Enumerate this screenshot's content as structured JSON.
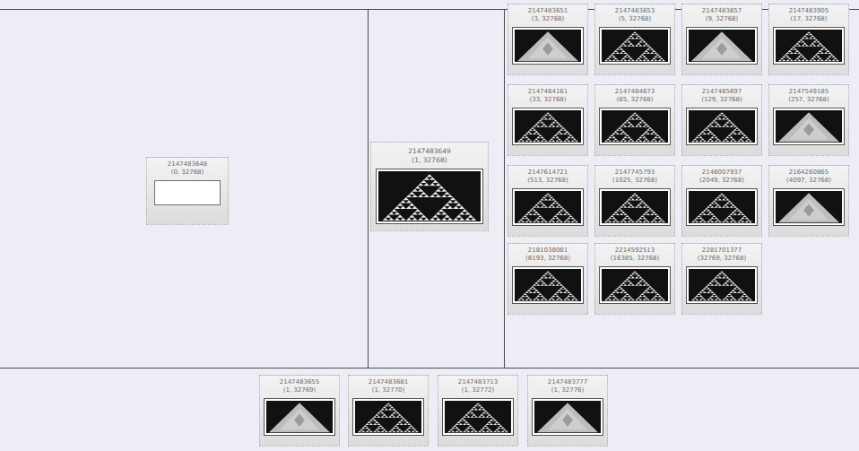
{
  "diagram": {
    "nodes": [
      {
        "text": [
          "2147483648",
          "(0, 32768)"
        ]
      },
      {
        "text": [
          "2147483649",
          "(1, 32768)"
        ]
      },
      {
        "text": [
          "2147483651",
          "(3, 32768)"
        ]
      },
      {
        "text": [
          "2147483653",
          "(5, 32768)"
        ]
      },
      {
        "text": [
          "2147483657",
          "(9, 32768)"
        ]
      },
      {
        "text": [
          "2147483905",
          "(17, 32768)"
        ]
      },
      {
        "text": [
          "2147484161",
          "(33, 32768)"
        ]
      },
      {
        "text": [
          "2147484673",
          "(65, 32768)"
        ]
      },
      {
        "text": [
          "2147485697",
          "(129, 32768)"
        ]
      },
      {
        "text": [
          "2147549185",
          "(257, 32768)"
        ]
      },
      {
        "text": [
          "2147614721",
          "(513, 32768)"
        ]
      },
      {
        "text": [
          "2147745793",
          "(1025, 32768)"
        ]
      },
      {
        "text": [
          "2148007937",
          "(2049, 32768)"
        ]
      },
      {
        "text": [
          "2164260865",
          "(4097, 32768)"
        ]
      },
      {
        "text": [
          "2181038081",
          "(8193, 32768)"
        ]
      },
      {
        "text": [
          "2214592513",
          "(16385, 32768)"
        ]
      },
      {
        "text": [
          "2281701377",
          "(32769, 32768)"
        ]
      },
      {
        "text": [
          "2147483655",
          "(1, 32769)"
        ]
      },
      {
        "text": [
          "2147483681",
          "(1, 32770)"
        ]
      },
      {
        "text": [
          "2147483713",
          "(1, 32772)"
        ]
      },
      {
        "text": [
          "2147483777",
          "(1, 32776)"
        ]
      }
    ]
  }
}
